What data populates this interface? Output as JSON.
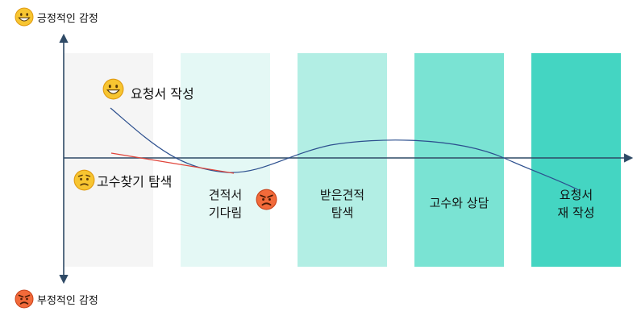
{
  "legend": {
    "positive": {
      "icon": "grinning-face-icon",
      "label": "긍정적인 감정"
    },
    "negative": {
      "icon": "angry-face-icon",
      "label": "부정적인 감정"
    }
  },
  "stages": [
    {
      "lines": [
        ""
      ],
      "color": "#f5f5f5"
    },
    {
      "lines": [
        "견적서",
        "기다림"
      ],
      "color": "#e4f8f5"
    },
    {
      "lines": [
        "받은견적",
        "탐색"
      ],
      "color": "#b2eee4"
    },
    {
      "lines": [
        "고수와 상담"
      ],
      "color": "#7ae3d3"
    },
    {
      "lines": [
        "요청서",
        "재 작성"
      ],
      "color": "#44d5c2"
    }
  ],
  "emotion_points": [
    {
      "label": "요청서 작성",
      "icon": "grinning-face-icon"
    },
    {
      "label": "고수찾기 탐색",
      "icon": "worried-face-icon"
    },
    {
      "label": "",
      "icon": "angry-face-icon"
    }
  ],
  "colors": {
    "axis": "#2f4a66",
    "curve": "#2c4f8e",
    "highlight": "#e0443a"
  }
}
